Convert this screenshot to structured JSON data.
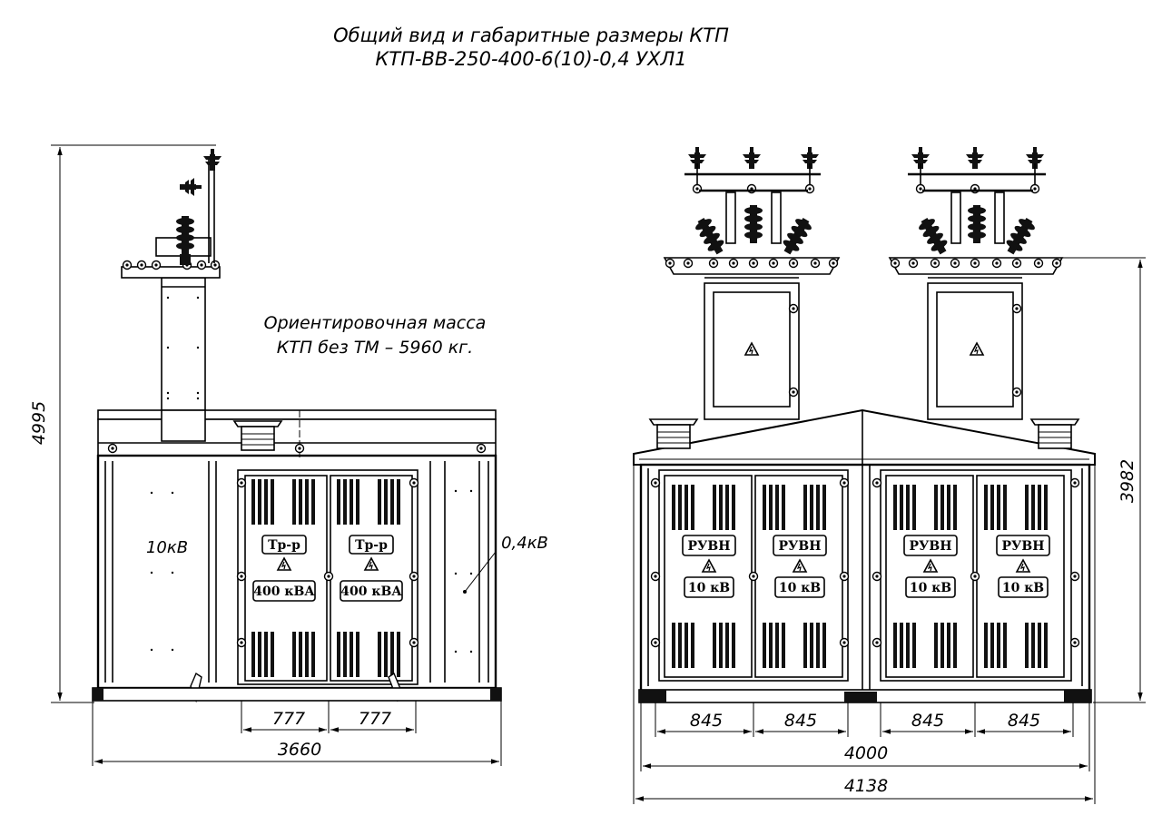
{
  "title": {
    "line1": "Общий вид и габаритные размеры КТП",
    "line2": "КТП-ВВ-250-400-6(10)-0,4  УХЛ1"
  },
  "mass_note": {
    "line1": "Ориентировочная масса",
    "line2": "КТП без ТМ – 5960 кг."
  },
  "left_view": {
    "height_dim": "4995",
    "label_hv": "10кВ",
    "label_lv": "0,4кВ",
    "door_plate_top": "Тр-р",
    "door_plate_bottom": "400 кВА",
    "dim_door_1": "777",
    "dim_door_2": "777",
    "dim_width": "3660"
  },
  "right_view": {
    "height_dim": "3982",
    "door_plate_top": "РУВН",
    "door_plate_bottom": "10 кВ",
    "dim_door_1": "845",
    "dim_door_2": "845",
    "dim_door_3": "845",
    "dim_door_4": "845",
    "dim_inner_width": "4000",
    "dim_total_width": "4138"
  }
}
